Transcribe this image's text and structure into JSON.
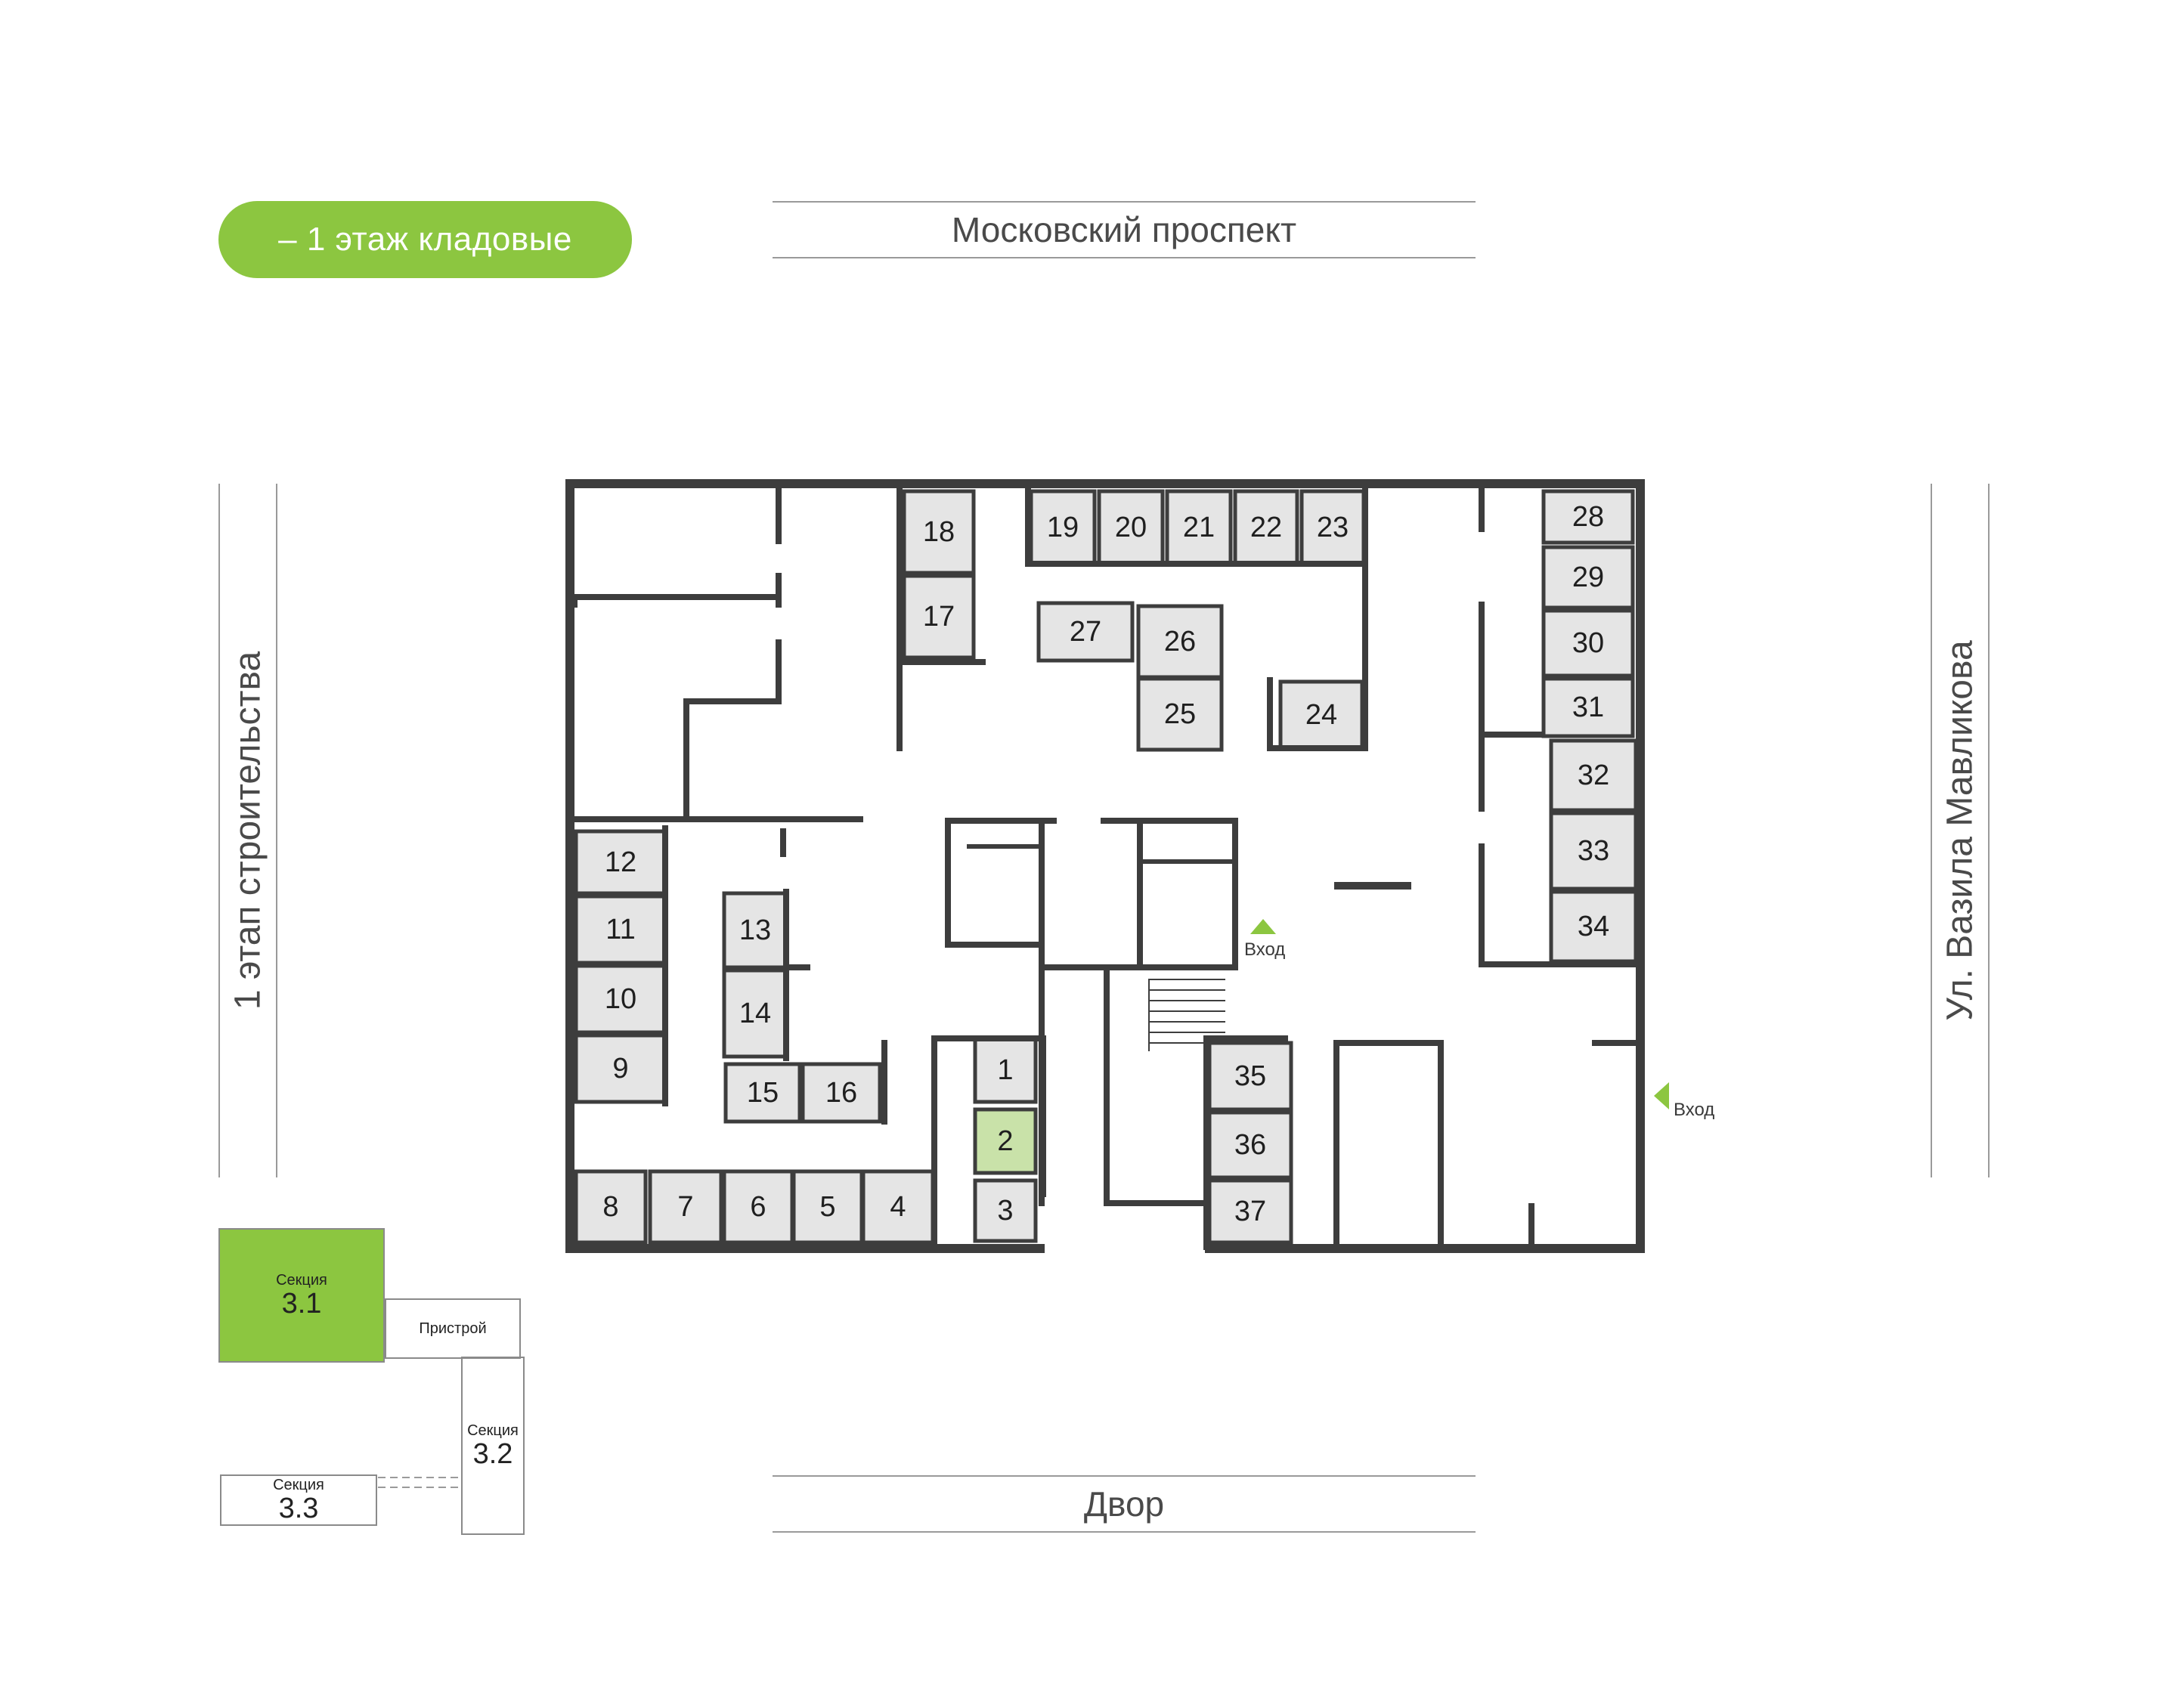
{
  "floor_label": "– 1 этаж кладовые",
  "colors": {
    "accent": "#8cc640",
    "selected_unit": "#c9e2a9",
    "unit_fill": "#e5e5e5",
    "wall": "#3d3d3d"
  },
  "streets": {
    "top": "Московский проспект",
    "bottom": "Двор",
    "left": "1 этап строительства",
    "right": "Ул. Вазила Мавликова"
  },
  "entrances": [
    "Вход",
    "Вход"
  ],
  "storage_units": {
    "selected": "2",
    "items": [
      "1",
      "2",
      "3",
      "4",
      "5",
      "6",
      "7",
      "8",
      "9",
      "10",
      "11",
      "12",
      "13",
      "14",
      "15",
      "16",
      "17",
      "18",
      "19",
      "20",
      "21",
      "22",
      "23",
      "24",
      "25",
      "26",
      "27",
      "28",
      "29",
      "30",
      "31",
      "32",
      "33",
      "34",
      "35",
      "36",
      "37"
    ]
  },
  "key_map": {
    "section_3_1": {
      "label": "Секция",
      "number": "3.1"
    },
    "annex": "Пристрой",
    "section_3_2": {
      "label": "Секция",
      "number": "3.2"
    },
    "section_3_3": {
      "label": "Секция",
      "number": "3.3"
    }
  }
}
